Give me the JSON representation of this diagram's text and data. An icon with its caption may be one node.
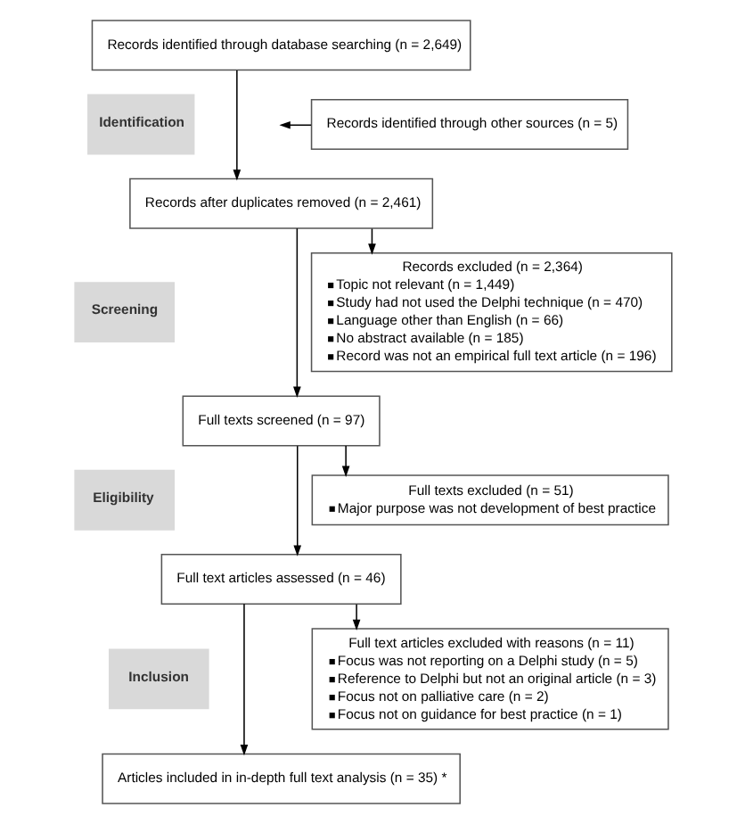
{
  "diagram": {
    "nodes": [
      {
        "text": [
          "Identification"
        ]
      },
      {
        "text": [
          "Records identified through database searching (n = 2,649)"
        ]
      },
      {
        "text": [
          "Records identified through other sources (n = 5)"
        ]
      },
      {
        "text": [
          "Records after duplicates removed (n = 2,461)"
        ]
      },
      {
        "text": [
          "Screening"
        ]
      },
      {
        "text": [
          "Records excluded (n = 2,364)",
          "Topic not relevant (n = 1,449)",
          "Study had not used the Delphi technique (n = 470)",
          "Language other than English (n = 66)",
          "No abstract available (n = 185)",
          "Record was not an empirical full text article (n = 196)"
        ]
      },
      {
        "text": [
          "Full texts screened (n = 97)"
        ]
      },
      {
        "text": [
          "Eligibility"
        ]
      },
      {
        "text": [
          "Full texts excluded (n = 51)",
          "Major purpose was not development of best practice"
        ]
      },
      {
        "text": [
          "Full text articles assessed (n = 46)"
        ]
      },
      {
        "text": [
          "Inclusion"
        ]
      },
      {
        "text": [
          "Full text articles excluded with reasons (n = 11)",
          "Focus was not reporting on a Delphi study (n = 5)",
          "Reference to Delphi but not an original article (n = 3)",
          "Focus not on palliative care (n = 2)",
          "Focus not on guidance for best practice (n = 1)"
        ]
      },
      {
        "text": [
          "Articles included in in-depth full text analysis (n = 35) *"
        ]
      }
    ],
    "edges": [
      {
        "from": 1,
        "to": 3,
        "arrow": "to"
      },
      {
        "from": 2,
        "to": null,
        "arrow": "to"
      },
      {
        "from": 3,
        "to": 5,
        "arrow": "to"
      },
      {
        "from": 3,
        "to": 6,
        "arrow": "to"
      },
      {
        "from": 6,
        "to": 8,
        "arrow": "to"
      },
      {
        "from": 6,
        "to": 9,
        "arrow": "to"
      },
      {
        "from": 9,
        "to": 11,
        "arrow": "to"
      },
      {
        "from": 9,
        "to": 12,
        "arrow": "to"
      }
    ]
  }
}
